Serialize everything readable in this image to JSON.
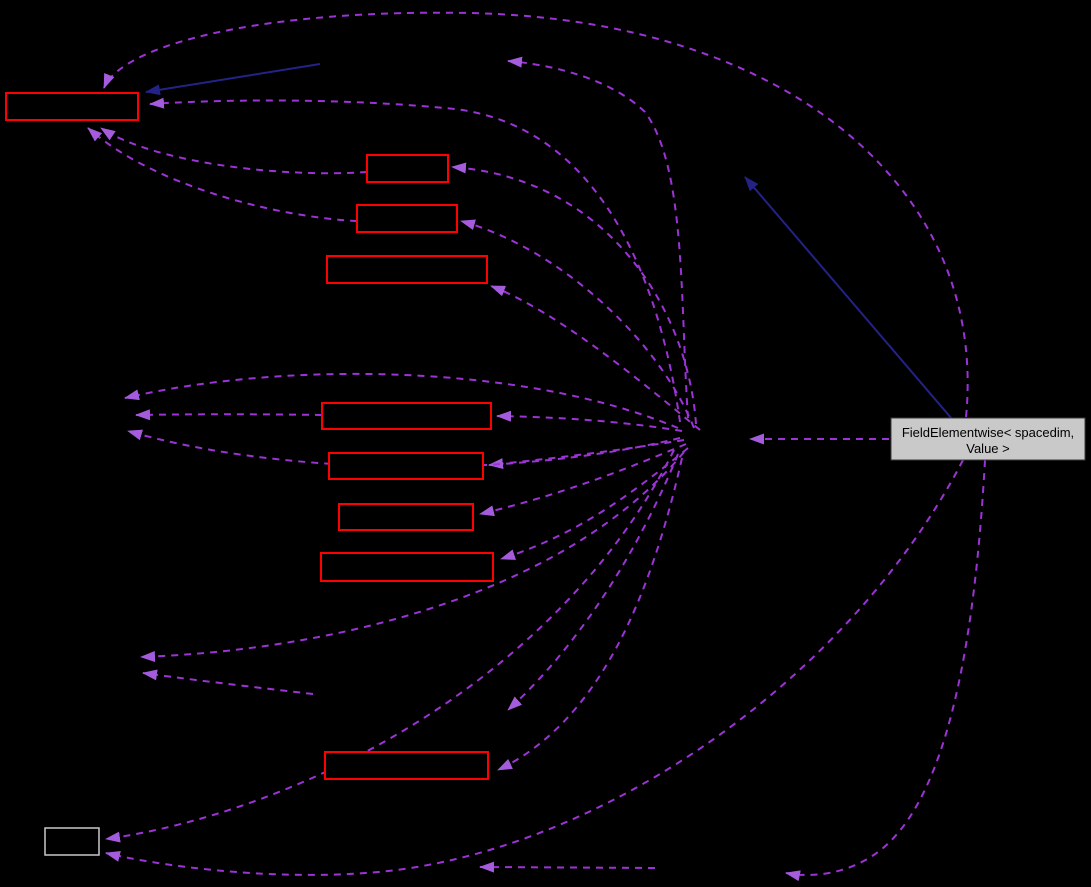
{
  "diagram": {
    "type": "collaboration-graph",
    "background": "#000000",
    "main_node": {
      "label_line1": "FieldElementwise< spacedim,",
      "label_line2": "Value >",
      "fill": "#C9C9C9",
      "border": "#3A3A3A",
      "text_color": "#000000"
    },
    "colors": {
      "usage_edge": "#9C33D6",
      "usage_arrowhead": "#A45CDC",
      "inheritance_edge": "#232387",
      "red_node_border": "#FF0000",
      "plain_node_border": "#C8C8C8",
      "node_fill": "#000000"
    },
    "nodes": [
      {
        "id": "node-top-left",
        "label": "",
        "style": "red"
      },
      {
        "id": "node-b",
        "label": "",
        "style": "red"
      },
      {
        "id": "node-c",
        "label": "",
        "style": "red"
      },
      {
        "id": "node-d",
        "label": "",
        "style": "red"
      },
      {
        "id": "node-e",
        "label": "",
        "style": "red"
      },
      {
        "id": "node-f",
        "label": "",
        "style": "red"
      },
      {
        "id": "node-g",
        "label": "",
        "style": "red"
      },
      {
        "id": "node-h",
        "label": "",
        "style": "red"
      },
      {
        "id": "node-i",
        "label": "",
        "style": "red"
      },
      {
        "id": "node-bottom-left",
        "label": "",
        "style": "plain"
      },
      {
        "id": "node-main",
        "label": "FieldElementwise< spacedim, Value >",
        "style": "filled"
      }
    ]
  }
}
